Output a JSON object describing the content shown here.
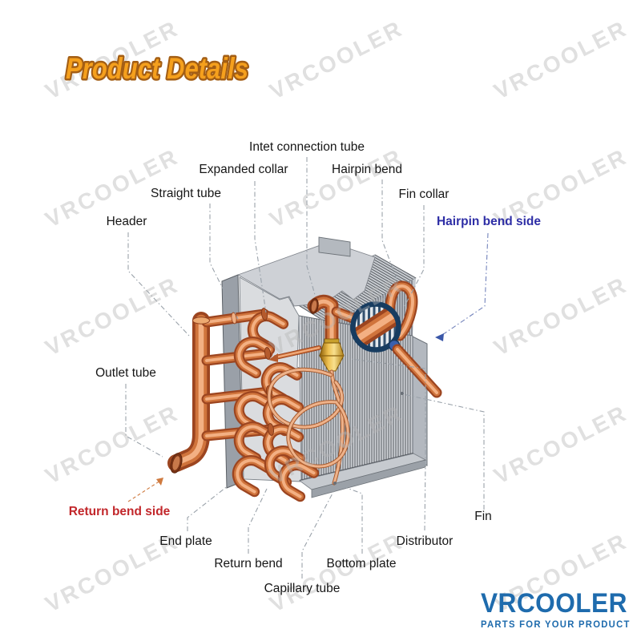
{
  "page": {
    "title": "Product Details"
  },
  "watermark": {
    "text": "VRCOOLER"
  },
  "diagram": {
    "labels": [
      {
        "id": "inlet-connection-tube",
        "text": "Intet connection tube"
      },
      {
        "id": "expanded-collar",
        "text": "Expanded collar"
      },
      {
        "id": "hairpin-bend",
        "text": "Hairpin bend"
      },
      {
        "id": "straight-tube",
        "text": "Straight tube"
      },
      {
        "id": "fin-collar",
        "text": "Fin collar"
      },
      {
        "id": "header",
        "text": "Header"
      },
      {
        "id": "hairpin-bend-side",
        "text": "Hairpin bend side",
        "color": "#2e2ea6"
      },
      {
        "id": "outlet-tube",
        "text": "Outlet tube"
      },
      {
        "id": "return-bend-side",
        "text": "Return bend side",
        "color": "#c2272b"
      },
      {
        "id": "end-plate",
        "text": "End plate"
      },
      {
        "id": "return-bend",
        "text": "Return bend"
      },
      {
        "id": "bottom-plate",
        "text": "Bottom plate"
      },
      {
        "id": "capillary-tube",
        "text": "Capillary tube"
      },
      {
        "id": "distributor",
        "text": "Distributor"
      },
      {
        "id": "fin",
        "text": "Fin"
      }
    ]
  },
  "logo": {
    "name": "VRCOOLER",
    "tagline": "PARTS FOR YOUR PRODUCT"
  },
  "colors": {
    "accent_orange": "#f5a01d",
    "accent_outline": "#a35e15",
    "brand_blue": "#1e6bad",
    "label_blue": "#2e2ea6",
    "label_red": "#c2272b",
    "copper": "#c96f3d"
  }
}
